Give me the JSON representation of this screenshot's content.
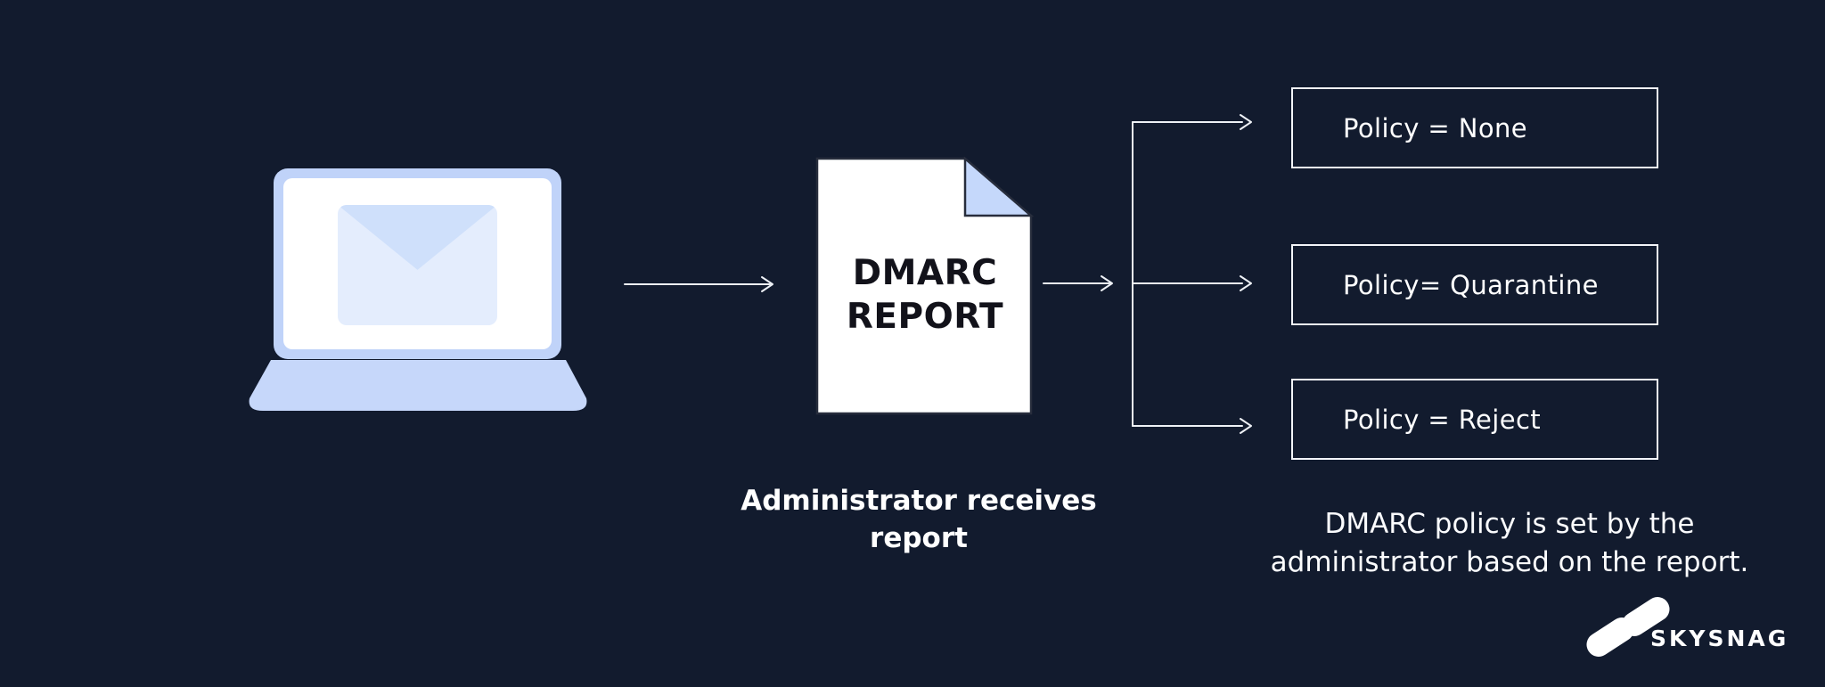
{
  "diagram": {
    "background_color": "#121b2e",
    "connector_color": "#eef1f6",
    "laptop": {
      "icon": "laptop-email-icon",
      "body_color": "#c0d3f9",
      "screen_color": "#ffffff",
      "envelope_color": "#e4edfd",
      "envelope_flap_color": "#cfe0fb"
    },
    "report": {
      "line1": "DMARC",
      "line2": "REPORT",
      "paper_color": "#ffffff",
      "fold_color": "#c5d8fb",
      "outline_color": "#272d3c"
    },
    "caption_left": {
      "line1": "Administrator receives",
      "line2": "report"
    },
    "policies": [
      {
        "label": "Policy = None"
      },
      {
        "label": "Policy= Quarantine"
      },
      {
        "label": "Policy = Reject"
      }
    ],
    "caption_right": {
      "line1": "DMARC policy is set by the",
      "line2": "administrator based on the report."
    },
    "brand": {
      "name": "SKYSNAG",
      "icon": "skysnag-leaves-icon"
    }
  }
}
